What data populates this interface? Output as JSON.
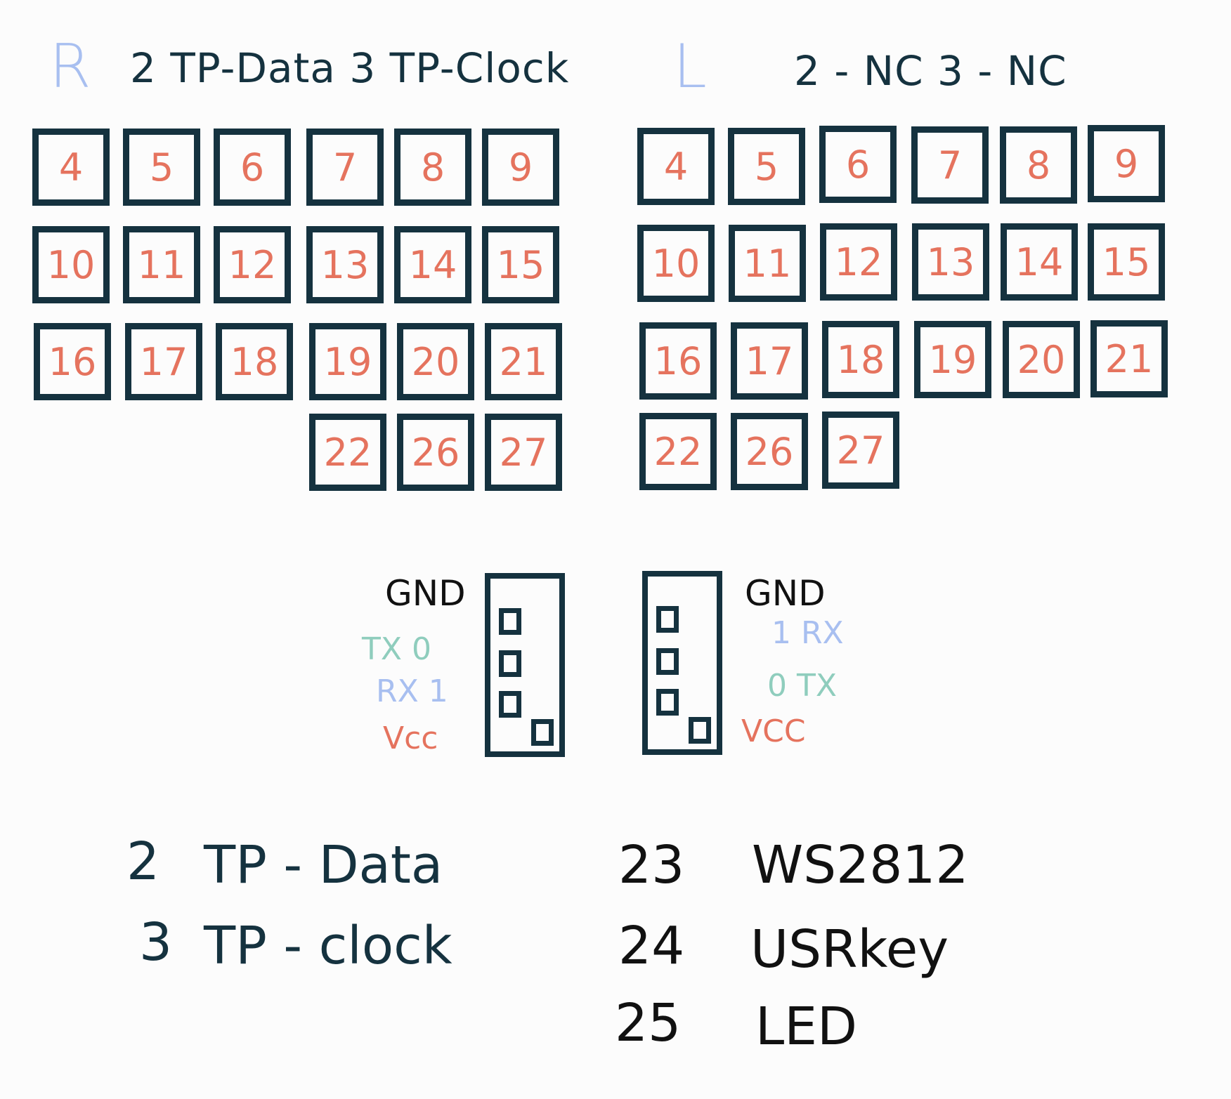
{
  "colors": {
    "ink": "#15323f",
    "key_number": "#e5735e",
    "side_letter": "#a8bff0",
    "tx": "#8fcdbd",
    "rx": "#a8bff0",
    "vcc": "#e5735e",
    "black": "#111111"
  },
  "right_half": {
    "letter": "R",
    "header": "2 TP-Data 3 TP-Clock",
    "rows": [
      [
        "4",
        "5",
        "6",
        "7",
        "8",
        "9"
      ],
      [
        "10",
        "11",
        "12",
        "13",
        "14",
        "15"
      ],
      [
        "16",
        "17",
        "18",
        "19",
        "20",
        "21"
      ],
      [
        "22",
        "26",
        "27"
      ]
    ],
    "connector_labels": {
      "gnd": "GND",
      "tx": "TX 0",
      "rx": "RX 1",
      "vcc": "Vcc"
    }
  },
  "left_half": {
    "letter": "L",
    "header": "2 - NC 3 - NC",
    "rows": [
      [
        "4",
        "5",
        "6",
        "7",
        "8",
        "9"
      ],
      [
        "10",
        "11",
        "12",
        "13",
        "14",
        "15"
      ],
      [
        "16",
        "17",
        "18",
        "19",
        "20",
        "21"
      ],
      [
        "22",
        "26",
        "27"
      ]
    ],
    "connector_labels": {
      "gnd": "GND",
      "rx": "1 RX",
      "tx": "0 TX",
      "vcc": "VCC"
    }
  },
  "legend_left": [
    {
      "pin": "2",
      "function": "TP - Data"
    },
    {
      "pin": "3",
      "function": "TP - clock"
    }
  ],
  "legend_right": [
    {
      "pin": "23",
      "function": "WS2812"
    },
    {
      "pin": "24",
      "function": "USRkey"
    },
    {
      "pin": "25",
      "function": "LED"
    }
  ]
}
